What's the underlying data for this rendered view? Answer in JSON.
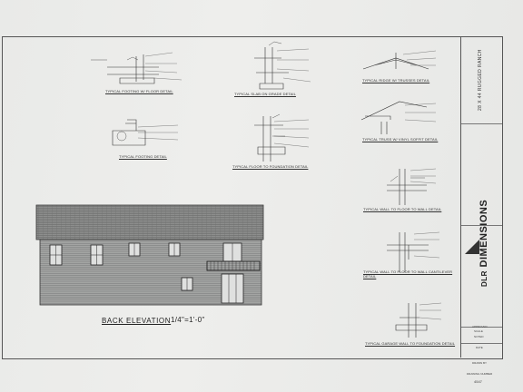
{
  "details": {
    "footing_floor": "TYPICAL FOOTING W/ FLOOR DETAIL ",
    "slab_on_grade": "TYPICAL SLAB ON GRADE DETAIL ",
    "ridge_trusses": "TYPICAL RIDGE W/ TRUSSES DETAIL ",
    "footing": "TYPICAL FOOTING DETAIL ",
    "floor_foundation": "TYPICAL FLOOR TO FOUNDATION DETAIL ",
    "truss_soffit": "TYPICAL TRUSS W/ VINYL SOFFIT DETAIL ",
    "wall_floor_wall": "TYPICAL WALL TO FLOOR TO WALL DETAIL ",
    "wall_floor_wall_cantilever": "TYPICAL WALL TO FLOOR TO WALL CANTILEVER DETAIL ",
    "garage_wall_foundation": "TYPICAL GARAGE WALL TO FOUNDATION DETAIL "
  },
  "elevation": {
    "title": "BACK ELEVATION",
    "scale": "1/4\"=1'-0\""
  },
  "title_block": {
    "project": "28 X 44 RUGGED RANCH",
    "brand": "DIMENSIONS",
    "brand_prefix": "DLR",
    "scale_label": "SCALE",
    "scale_value": "NOTED",
    "date_label": "DATE",
    "approved_label": "APPROVED",
    "drawn_label": "DRAWN BY",
    "drawing_number_label": "DRAWING NUMBER",
    "drawing_number": "4547"
  },
  "colors": {
    "paper": "#eeeeec",
    "ink": "#333333",
    "siding": "#8f9090",
    "roof": "#7a7b7b"
  }
}
